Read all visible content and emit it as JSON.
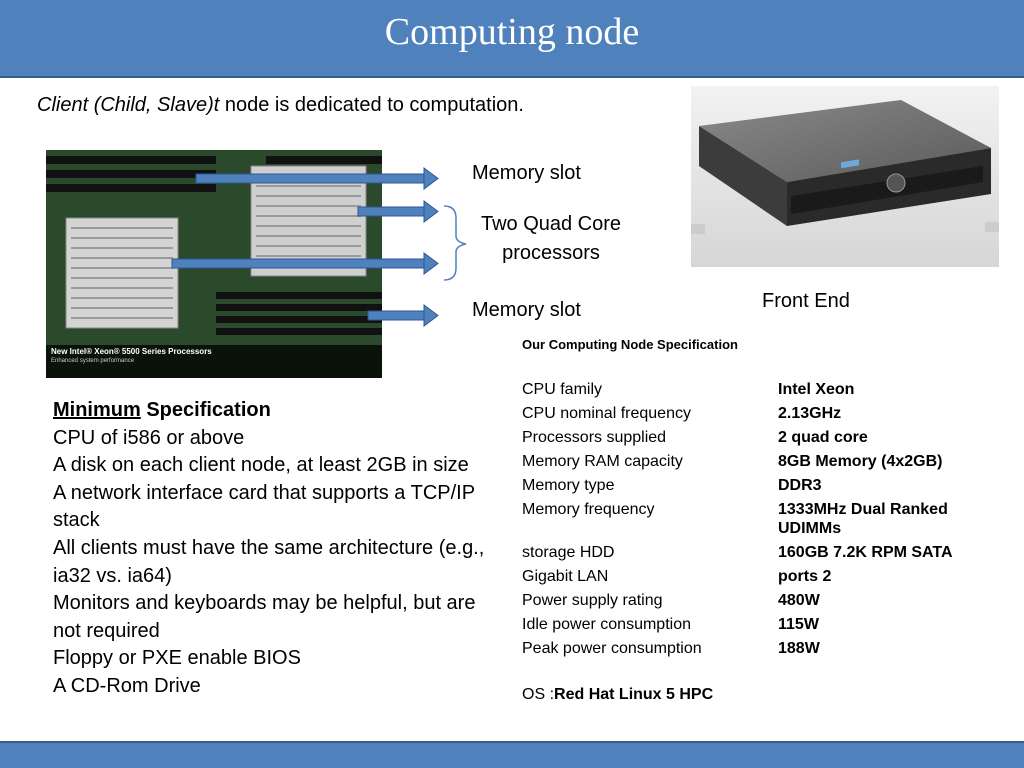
{
  "slide": {
    "title": "Computing node",
    "intro_italic": "Client (Child, Slave)t",
    "intro_rest": " node is dedicated to computation."
  },
  "board": {
    "caption": "New Intel® Xeon® 5500 Series Processors",
    "subcaption": "Enhanced system performance"
  },
  "labels": {
    "memory_slot_top": "Memory slot",
    "processors_line1": "Two Quad Core",
    "processors_line2": "processors",
    "memory_slot_bottom": "Memory slot",
    "front_end": "Front End"
  },
  "min_spec": {
    "heading_word": "Minimum",
    "heading_rest": " Specification",
    "items": [
      "CPU of i586 or above",
      "A disk on each client node, at least 2GB in size",
      "A network interface card that supports a TCP/IP stack",
      "All clients must have the same architecture (e.g., ia32 vs. ia64)",
      "Monitors and keyboards may be helpful, but are not required",
      "Floppy or PXE enable BIOS",
      "A CD-Rom Drive"
    ]
  },
  "spec": {
    "title": "Our Computing Node Specification",
    "rows": [
      {
        "key": "CPU family",
        "value": "Intel Xeon"
      },
      {
        "key": "CPU nominal frequency",
        "value": "2.13GHz"
      },
      {
        "key": "Processors supplied",
        "value": "2 quad core"
      },
      {
        "key": "Memory RAM capacity",
        "value": "8GB Memory (4x2GB)"
      },
      {
        "key": "Memory type",
        "value": "DDR3"
      },
      {
        "key": "Memory frequency",
        "value": "1333MHz Dual Ranked UDIMMs"
      },
      {
        "key": "storage HDD",
        "value": "160GB 7.2K RPM SATA"
      },
      {
        "key": "Gigabit LAN",
        "value": "ports 2"
      },
      {
        "key": "Power supply rating",
        "value": "480W"
      },
      {
        "key": "Idle power consumption",
        "value": "115W"
      },
      {
        "key": "Peak power consumption",
        "value": "188W"
      }
    ],
    "os_label": "OS :",
    "os_value": "Red Hat Linux 5 HPC"
  },
  "colors": {
    "bar": "#4f81bd",
    "arrow": "#4472c4"
  }
}
